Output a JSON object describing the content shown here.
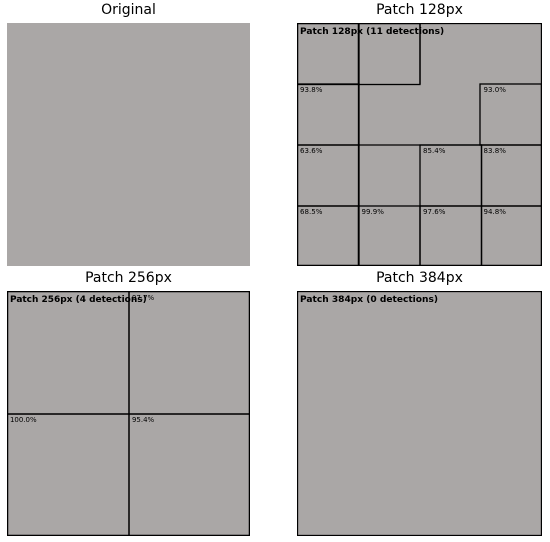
{
  "panels": [
    {
      "title": "Original",
      "overlay_text": "",
      "scores": []
    },
    {
      "title": "Patch 128px",
      "overlay_text": "Patch 128px (11 detections)",
      "scores": [
        "93.8%",
        "93.0%",
        "63.6%",
        "85.4%",
        "83.8%",
        "68.5%",
        "99.9%",
        "97.6%",
        "94.8%"
      ]
    },
    {
      "title": "Patch 256px",
      "overlay_text": "Patch 256px (4 detections)",
      "scores": [
        "97.7%",
        "100.0%",
        "95.4%"
      ]
    },
    {
      "title": "Patch 384px",
      "overlay_text": "Patch 384px (0 detections)",
      "scores": []
    }
  ],
  "colors": {
    "background": "#aaa7a6",
    "grid_line": "#000000"
  }
}
